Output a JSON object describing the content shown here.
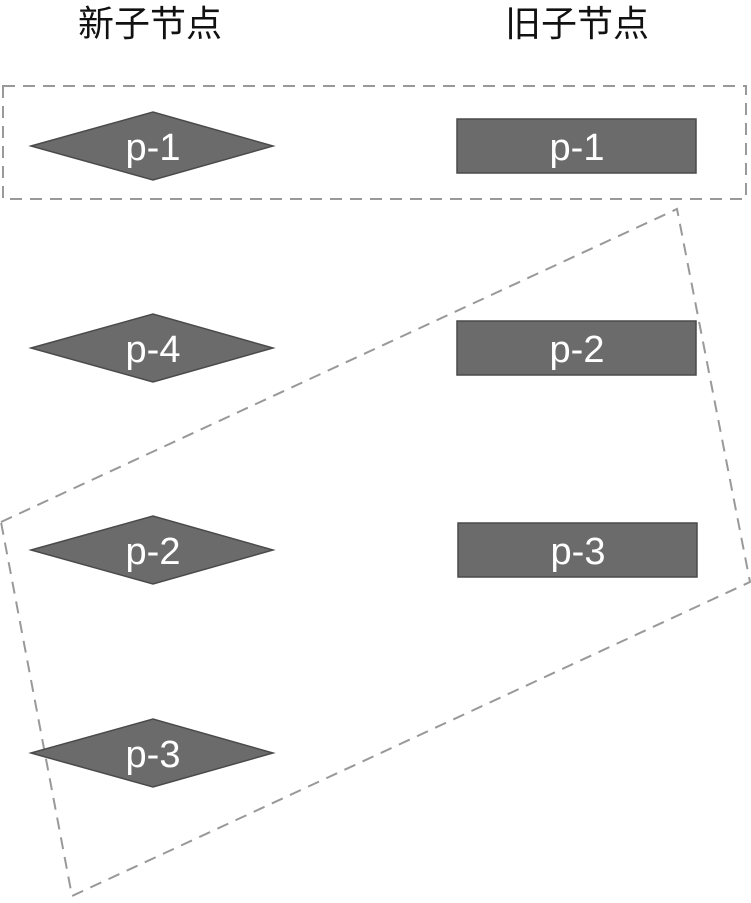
{
  "diagram": {
    "new_children_heading": "新子节点",
    "old_children_heading": "旧子节点",
    "new_children": [
      {
        "label": "p-1",
        "shape": "diamond"
      },
      {
        "label": "p-4",
        "shape": "diamond"
      },
      {
        "label": "p-2",
        "shape": "diamond"
      },
      {
        "label": "p-3",
        "shape": "diamond"
      }
    ],
    "old_children": [
      {
        "label": "p-1",
        "shape": "rectangle"
      },
      {
        "label": "p-2",
        "shape": "rectangle"
      },
      {
        "label": "p-3",
        "shape": "rectangle"
      }
    ],
    "colors": {
      "node_fill": "#6b6b6b",
      "node_text": "#ffffff",
      "dashed_group": "#999999"
    }
  }
}
